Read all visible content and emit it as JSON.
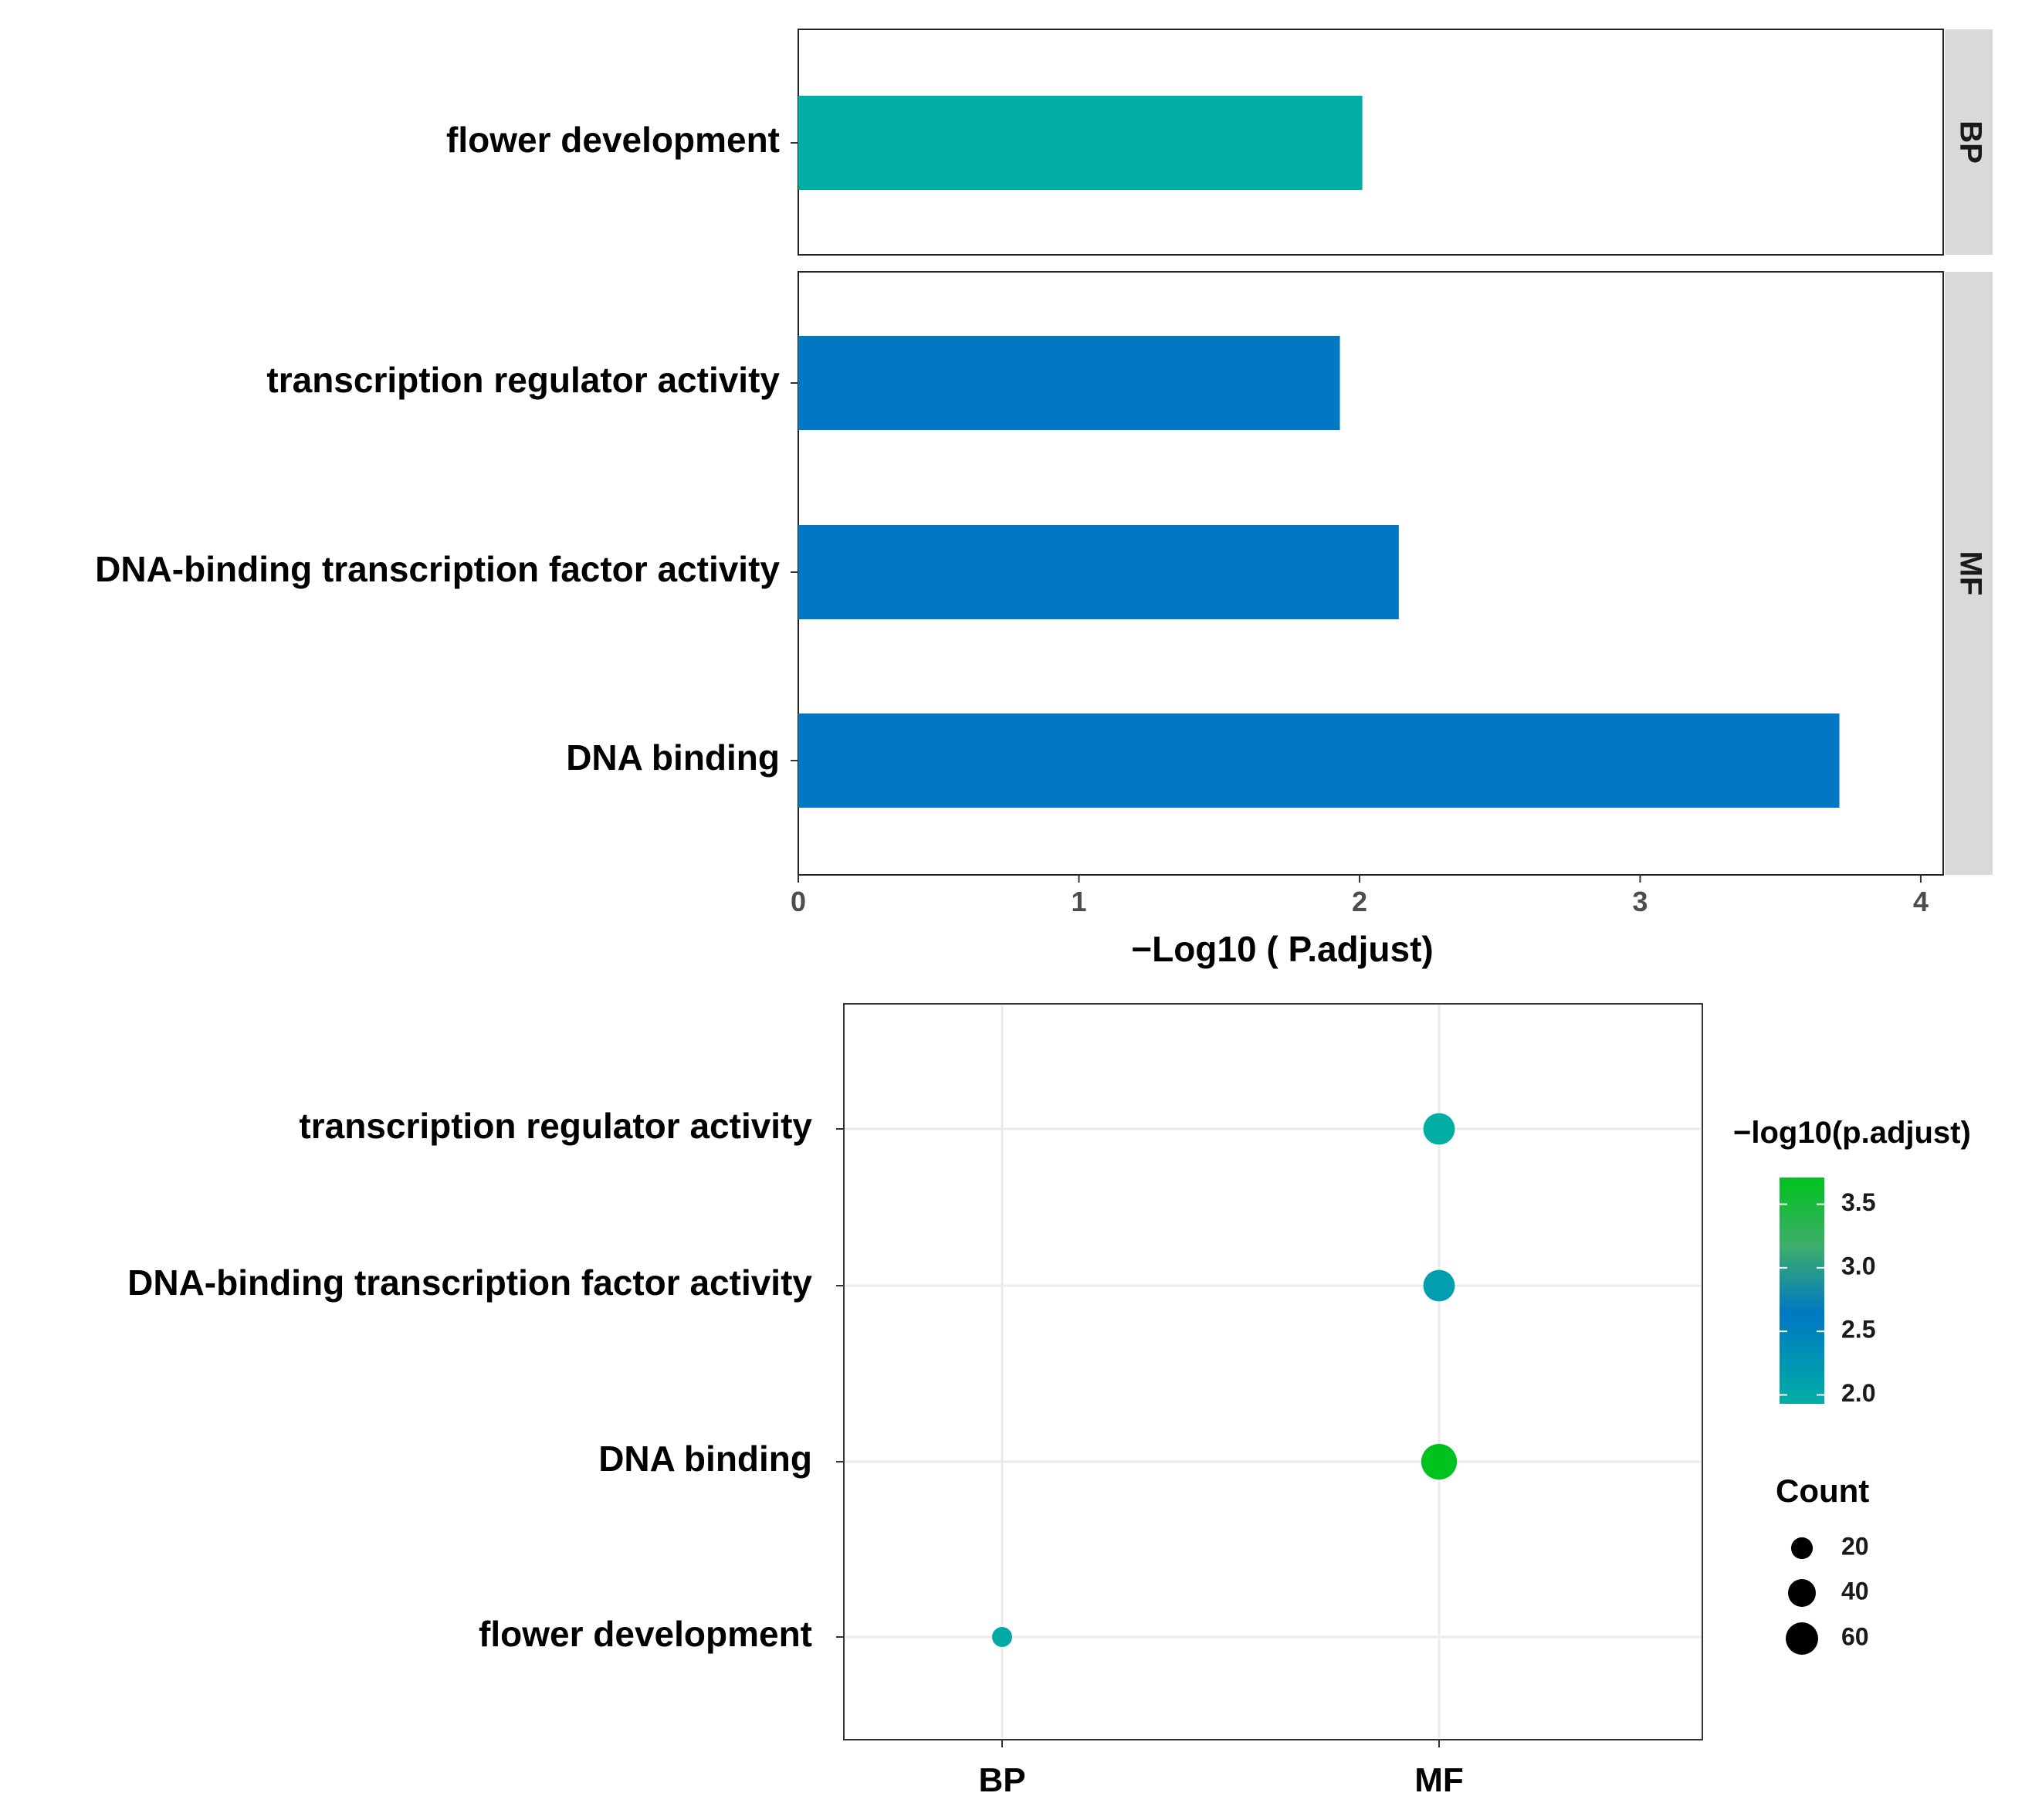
{
  "chart_data": [
    {
      "type": "bar",
      "orientation": "horizontal",
      "xlabel": "−Log10 ( P.adjust)",
      "xlim": [
        0,
        4.08
      ],
      "xticks": [
        "0",
        "1",
        "2",
        "3",
        "4"
      ],
      "facets": [
        {
          "label": "BP",
          "color": "#00AEA5",
          "categories": [
            "flower development"
          ],
          "values": [
            2.01
          ]
        },
        {
          "label": "MF",
          "color": "#0078C3",
          "categories": [
            "transcription regulator activity",
            "DNA-binding transcription factor activity",
            "DNA binding"
          ],
          "values": [
            1.93,
            2.14,
            3.71
          ]
        }
      ],
      "grid": false
    },
    {
      "type": "scatter",
      "x_categories": [
        "BP",
        "MF"
      ],
      "y_categories": [
        "transcription regulator activity",
        "DNA-binding transcription factor activity",
        "DNA binding",
        "flower development"
      ],
      "points": [
        {
          "term": "transcription regulator activity",
          "group": "MF",
          "neglog10_padj": 1.93,
          "count": 45
        },
        {
          "term": "DNA-binding transcription factor activity",
          "group": "MF",
          "neglog10_padj": 2.14,
          "count": 45
        },
        {
          "term": "DNA binding",
          "group": "MF",
          "neglog10_padj": 3.71,
          "count": 62
        },
        {
          "term": "flower development",
          "group": "BP",
          "neglog10_padj": 2.01,
          "count": 12
        }
      ],
      "color_legend": {
        "title": "−log10(p.adjust)",
        "ticks": [
          "2.0",
          "2.5",
          "3.0",
          "3.5"
        ],
        "range": [
          1.93,
          3.71
        ],
        "colors": [
          "#00AEA5",
          "#0078C3",
          "#3DAE6A",
          "#00C21E"
        ]
      },
      "size_legend": {
        "title": "Count",
        "values": [
          20,
          40,
          60
        ],
        "labels": [
          "20",
          "40",
          "60"
        ]
      },
      "grid": true,
      "legend_position": "right"
    }
  ]
}
